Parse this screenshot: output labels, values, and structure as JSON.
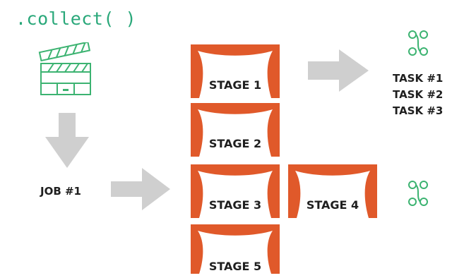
{
  "title": ".collect( )",
  "job": {
    "label": "JOB #1"
  },
  "stages": [
    {
      "label": "STAGE 1"
    },
    {
      "label": "STAGE 2"
    },
    {
      "label": "STAGE 3"
    },
    {
      "label": "STAGE 4"
    },
    {
      "label": "STAGE 5"
    }
  ],
  "tasks": [
    {
      "label": "TASK #1"
    },
    {
      "label": "TASK #2"
    },
    {
      "label": "TASK #3"
    }
  ],
  "colors": {
    "code_green": "#2aa87a",
    "icon_green": "#3cb371",
    "curtain_orange": "#e0592a",
    "arrow_gray": "#cfcfcf",
    "text_dark": "#1f1f1f"
  },
  "icons": [
    "clapperboard-icon",
    "task-chain-icon"
  ]
}
